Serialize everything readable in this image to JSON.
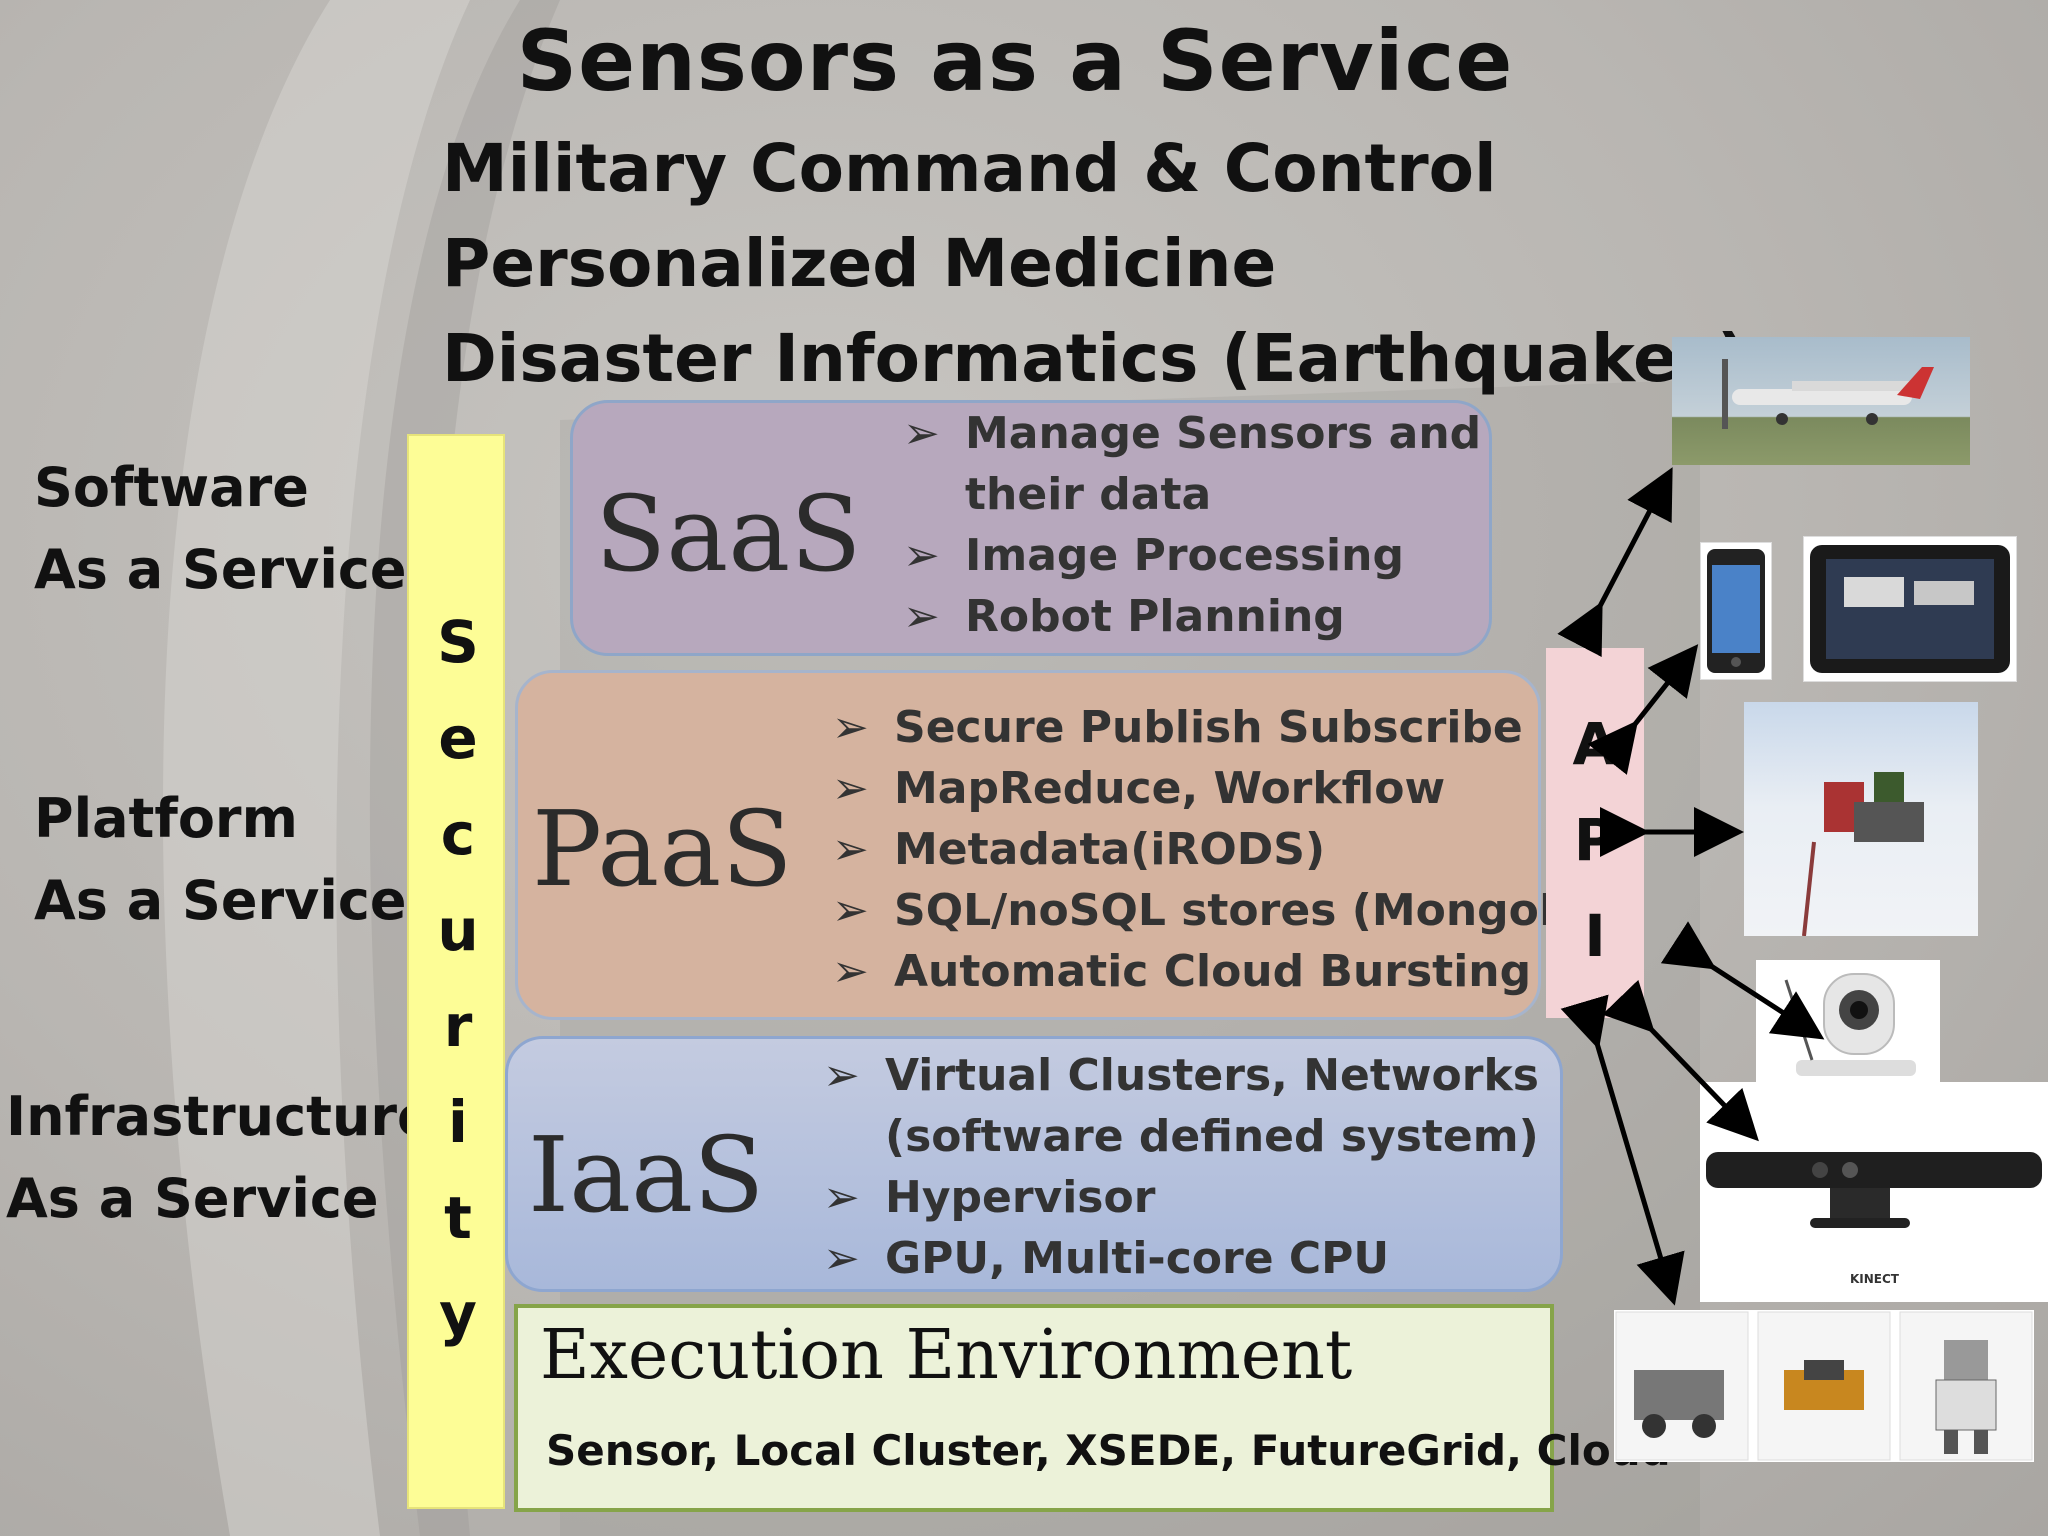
{
  "title": "Sensors as a Service",
  "subtitles": [
    "Military Command & Control",
    "Personalized Medicine",
    "Disaster Informatics (Earthquakes)"
  ],
  "left_labels": {
    "software": [
      "Software",
      "As a Service"
    ],
    "platform": [
      "Platform",
      "As a Service"
    ],
    "infrastructure": [
      "Infrastructure",
      "As a Service"
    ]
  },
  "security_letters": [
    "S",
    "e",
    "c",
    "u",
    "r",
    "i",
    "t",
    "y"
  ],
  "saas": {
    "abbr": "SaaS",
    "bullets": [
      "Manage Sensors and",
      "their data",
      "Image Processing",
      "Robot Planning"
    ]
  },
  "paas": {
    "abbr": "PaaS",
    "bullets": [
      "Secure Publish Subscribe",
      "MapReduce, Workflow",
      "Metadata(iRODS)",
      "SQL/noSQL stores (MongoDB)",
      "Automatic Cloud Bursting"
    ]
  },
  "iaas": {
    "abbr": "IaaS",
    "bullets": [
      "Virtual Clusters, Networks",
      "(software defined system)",
      "Hypervisor",
      "GPU, Multi-core CPU"
    ]
  },
  "execution": {
    "title": "Execution Environment",
    "detail": "Sensor, Local Cluster, XSEDE, FutureGrid, Cloud"
  },
  "api_letters": [
    "A",
    "P",
    "I"
  ],
  "bullet_glyph": "➢",
  "kinect_label": "KINECT",
  "colors": {
    "security": "#fdfd96",
    "saas": "#b7a8bd",
    "paas": "#d5b39f",
    "iaas": "#b0bedc",
    "execution_fill": "#ecf2d9",
    "execution_border": "#86a449",
    "api": "#f3d3d6"
  },
  "icons": [
    "airplane-drone-image",
    "smartphone-image",
    "tablet-image",
    "field-sensor-image",
    "ip-camera-image",
    "kinect-sensor-image",
    "lego-robots-image"
  ]
}
